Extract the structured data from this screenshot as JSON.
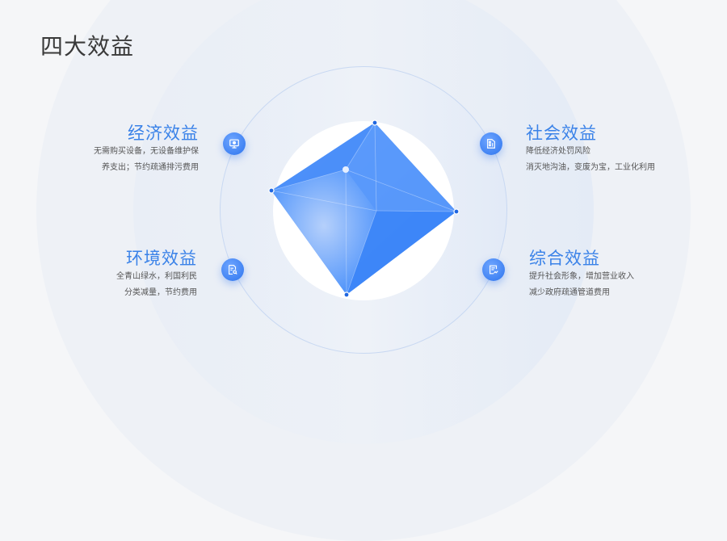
{
  "title": "四大效益",
  "colors": {
    "accent": "#3a82e8",
    "icon_bg": "#2d74ee",
    "text": "#555555",
    "title": "#3a3a3a"
  },
  "benefits": [
    {
      "heading": "经济效益",
      "lines": [
        "无需购买设备，无设备维护保",
        "养支出；节约疏通排污费用"
      ],
      "icon": "monitor-icon",
      "position": "top-left"
    },
    {
      "heading": "社会效益",
      "lines": [
        "降低经济处罚风险",
        "消灭地沟油，变废为宝，工业化利用"
      ],
      "icon": "building-icon",
      "position": "top-right"
    },
    {
      "heading": "环境效益",
      "lines": [
        "全青山绿水，利国利民",
        "分类减量，节约费用"
      ],
      "icon": "document-search-icon",
      "position": "bottom-left"
    },
    {
      "heading": "综合效益",
      "lines": [
        "提升社会形象，增加营业收入",
        "减少政府疏通管道费用"
      ],
      "icon": "report-chart-icon",
      "position": "bottom-right"
    }
  ]
}
